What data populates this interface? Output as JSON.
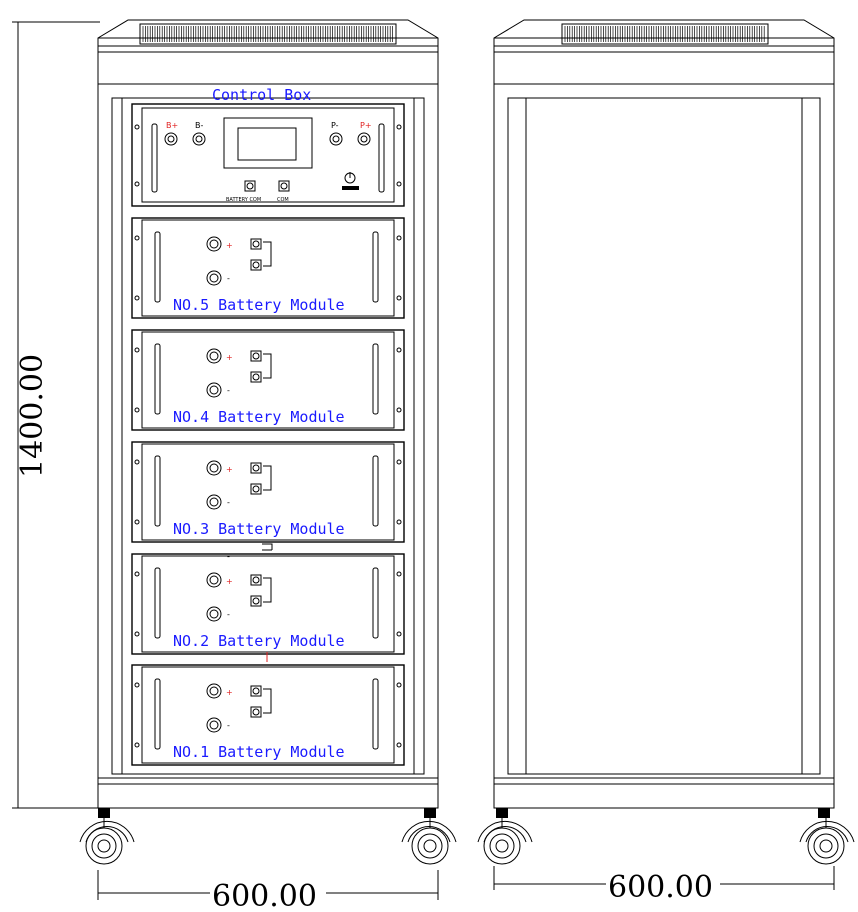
{
  "dimensions": {
    "height_label": "1400.00",
    "width_front_label": "600.00",
    "width_side_label": "600.00"
  },
  "control_box": {
    "title": "Control Box",
    "terminals": {
      "b_plus": "B+",
      "b_minus": "B-",
      "p_minus": "P-",
      "p_plus": "P+"
    },
    "ports": {
      "battery_com": "BATTERY COM",
      "com": "COM"
    }
  },
  "modules": [
    {
      "label": "NO.5 Battery Module"
    },
    {
      "label": "NO.4 Battery Module"
    },
    {
      "label": "NO.3 Battery Module"
    },
    {
      "label": "NO.2 Battery Module"
    },
    {
      "label": "NO.1 Battery Module"
    }
  ],
  "module_terminals": {
    "plus": "+",
    "minus": "-"
  },
  "colors": {
    "label_blue": "#1a1aff",
    "terminal_red": "#e02020",
    "line": "#000000"
  }
}
